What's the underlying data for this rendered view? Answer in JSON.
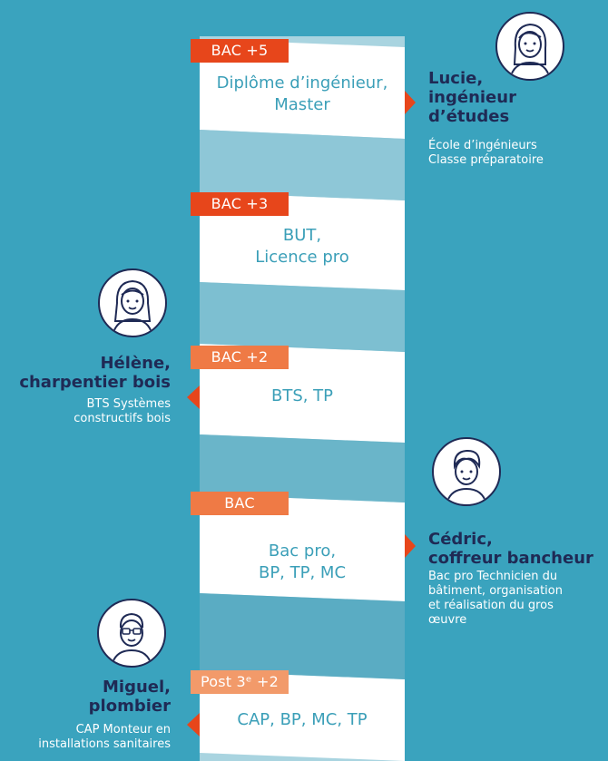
{
  "colors": {
    "background": "#3aa3be",
    "ribbon": "#ffffff",
    "ribbon_gap": "#a9d4e0",
    "accent": "#e7461b",
    "accent_light": "#ef7a45",
    "accent_lighter": "#f29a6a",
    "name": "#1f2a55",
    "degree_text": "#3b9fb8"
  },
  "levels": [
    {
      "badge": "BAC +5",
      "degree": "Diplôme d’ingénieur,\nMaster",
      "badge_color": "#e7461b"
    },
    {
      "badge": "BAC +3",
      "degree": "BUT,\nLicence pro",
      "badge_color": "#e7461b"
    },
    {
      "badge": "BAC +2",
      "badge_color": "#ef7a45",
      "degree": "BTS, TP"
    },
    {
      "badge": "BAC",
      "degree": "Bac pro,\nBP, TP, MC",
      "badge_color": "#ef7a45"
    },
    {
      "badge": "Post 3ᵉ +2",
      "degree": "CAP, BP, MC, TP",
      "badge_color": "#f29a6a"
    }
  ],
  "people": [
    {
      "name": "Lucie,\ningénieur\nd’études",
      "path": "École d’ingénieurs\nClasse préparatoire",
      "avatar_icon": "woman-avatar-icon"
    },
    {
      "name": "Hélène,\ncharpentier bois",
      "path": "BTS Systèmes\nconstructifs bois",
      "avatar_icon": "woman-avatar-icon"
    },
    {
      "name": "Cédric,\ncoffreur bancheur",
      "path": "Bac pro Technicien du\nbâtiment, organisation\net réalisation du gros\nœuvre",
      "avatar_icon": "man-avatar-icon"
    },
    {
      "name": "Miguel,\nplombier",
      "path": "CAP Monteur en\ninstallations sanitaires",
      "avatar_icon": "man-glasses-avatar-icon"
    }
  ]
}
